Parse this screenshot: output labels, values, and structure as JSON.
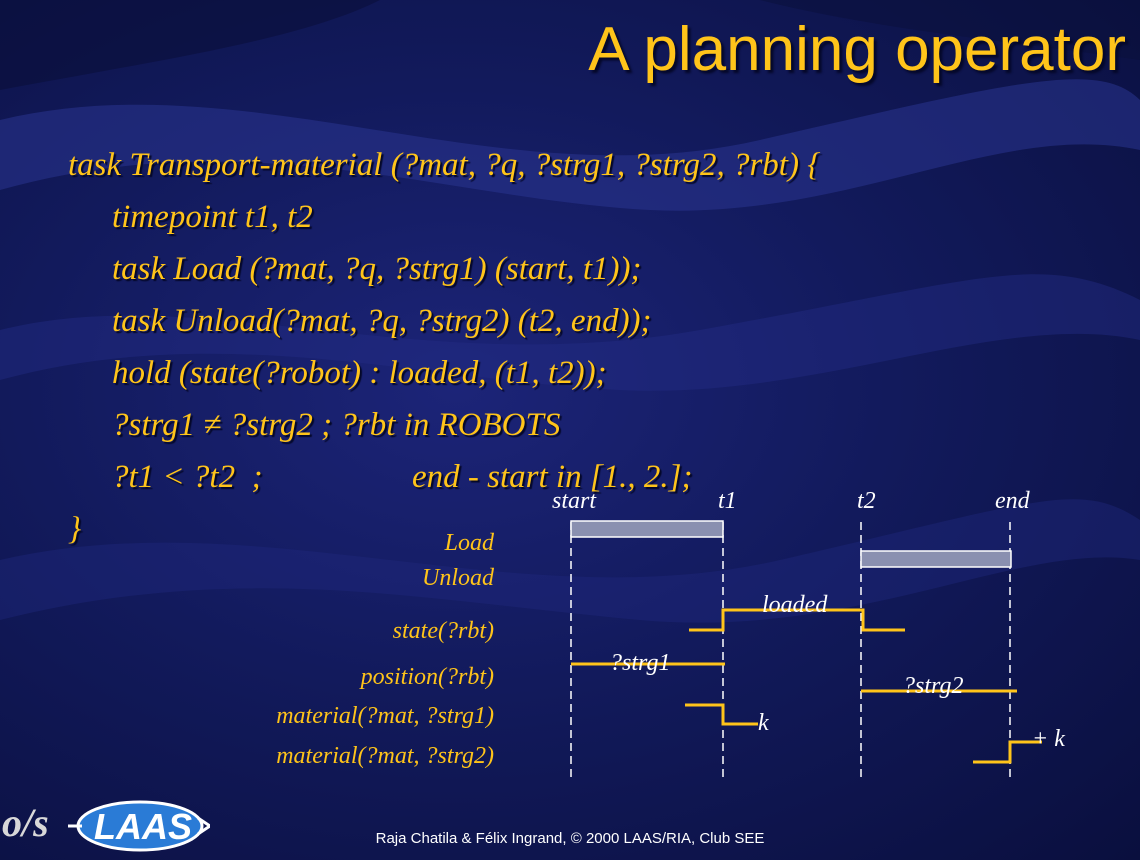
{
  "slide": {
    "title": "A planning operator",
    "footer": "Raja Chatila & Félix Ingrand, © 2000 LAAS/RIA, Club SEE",
    "colors": {
      "text": "#ffc41a",
      "background": "#121a5c",
      "diagram_text": "#ffffff",
      "task_bar": "#8a90b0"
    }
  },
  "code_lines": [
    "task Transport-material (?mat, ?q, ?strg1, ?strg2, ?rbt) {",
    "timepoint t1, t2",
    "task Load (?mat, ?q, ?strg1) (start, t1));",
    "task Unload(?mat, ?q, ?strg2) (t2, end));",
    "hold (state(?robot) : loaded, (t1, t2));",
    "?strg1 ≠ ?strg2 ; ?rbt in ROBOTS",
    "?t1 < ?t2  ;",
    "end - start in [1., 2.];",
    "}"
  ],
  "diagram": {
    "timepoints": [
      "start",
      "t1",
      "t2",
      "end"
    ],
    "rows": [
      "Load",
      "Unload",
      "state(?rbt)",
      "position(?rbt)",
      "material(?mat, ?strg1)",
      "material(?mat, ?strg2)"
    ],
    "signal_labels": {
      "state": "loaded",
      "position_1": "?strg1",
      "position_2": "?strg2",
      "material_1": "k",
      "material_2": "+ k"
    }
  },
  "logo": {
    "left": "o/s",
    "right": "LAAS"
  }
}
